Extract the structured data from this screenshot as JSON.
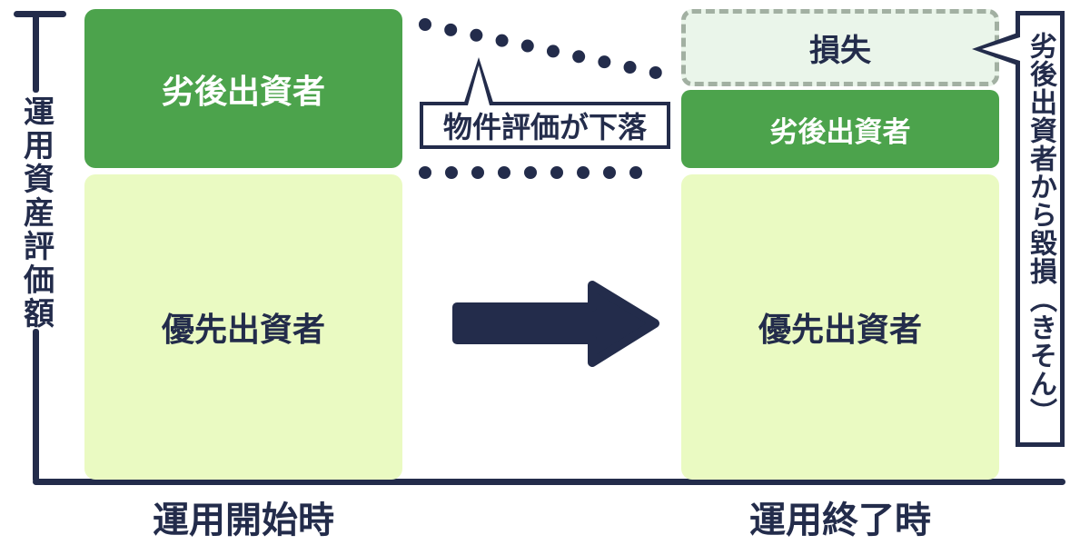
{
  "diagram": {
    "y_axis_label": "運用資産評価額",
    "x_axis": {
      "start_label": "運用開始時",
      "end_label": "運用終了時"
    },
    "start_column": {
      "subordinated_label": "劣後出資者",
      "priority_label": "優先出資者"
    },
    "end_column": {
      "loss_label": "損失",
      "subordinated_label": "劣後出資者",
      "priority_label": "優先出資者"
    },
    "callouts": {
      "decline_label": "物件評価が下落",
      "damage_label": "劣後出資者から毀損（きそん）"
    },
    "colors": {
      "navy": "#232C4B",
      "green": "#4CA34C",
      "light_yellow_green": "#EAFAC2",
      "pale_green_loss_bg": "#EAF5EA",
      "dashed_border_gray": "#A2B0A2"
    }
  }
}
